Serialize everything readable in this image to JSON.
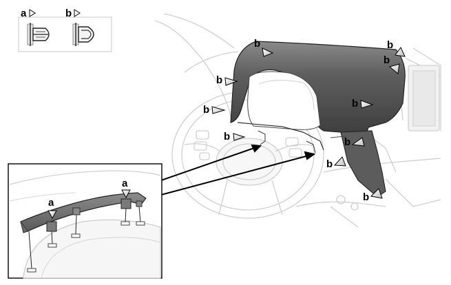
{
  "legend": {
    "clip_a_letter": "a",
    "clip_b_letter": "b"
  },
  "main": {
    "callout_letters": [
      "b",
      "b",
      "b",
      "b",
      "b",
      "b",
      "b",
      "b",
      "b",
      "b"
    ]
  },
  "inset": {
    "callout_letters": [
      "a",
      "a"
    ]
  },
  "colors": {
    "panel_fill": "#5f5f5f",
    "panel_dark": "#3e3e3e",
    "ghost_line": "#c8c8c8",
    "ink": "#000000"
  }
}
